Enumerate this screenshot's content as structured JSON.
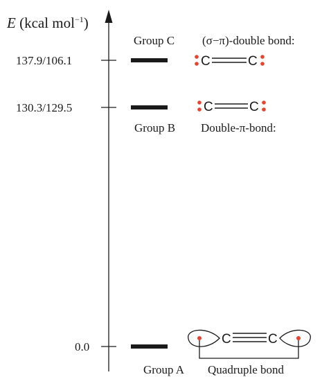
{
  "axis": {
    "symbol": "E",
    "unit_open": " (kcal mol",
    "unit_sup": "−1",
    "unit_close": ")"
  },
  "levels": [
    {
      "id": "group-c",
      "energy_label": "137.9/106.1",
      "group_name": "Group C",
      "bond_name": "(σ−π)-double bond:",
      "molecule": "double",
      "atom_left": "C",
      "atom_right": "C"
    },
    {
      "id": "group-b",
      "energy_label": "130.3/129.5",
      "group_name": "Group B",
      "bond_name": "Double-π-bond:",
      "molecule": "double",
      "atom_left": "C",
      "atom_right": "C"
    },
    {
      "id": "group-a",
      "energy_label": "0.0",
      "group_name": "Group A",
      "bond_name": "Quadruple bond",
      "molecule": "quadruple",
      "atom_left": "C",
      "atom_right": "C"
    }
  ],
  "colors": {
    "electron_dot": "#e8432e",
    "ink": "#1a1a1a"
  }
}
